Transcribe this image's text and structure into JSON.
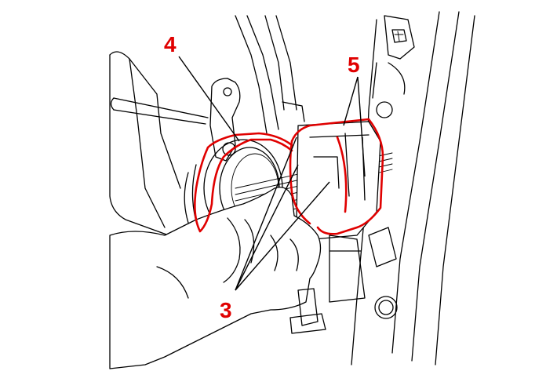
{
  "colors": {
    "highlight": "#e00000",
    "callout_text": "#e00000",
    "linework": "#000000"
  },
  "callouts": [
    {
      "label": "4"
    },
    {
      "label": "5"
    },
    {
      "label": "3"
    }
  ]
}
